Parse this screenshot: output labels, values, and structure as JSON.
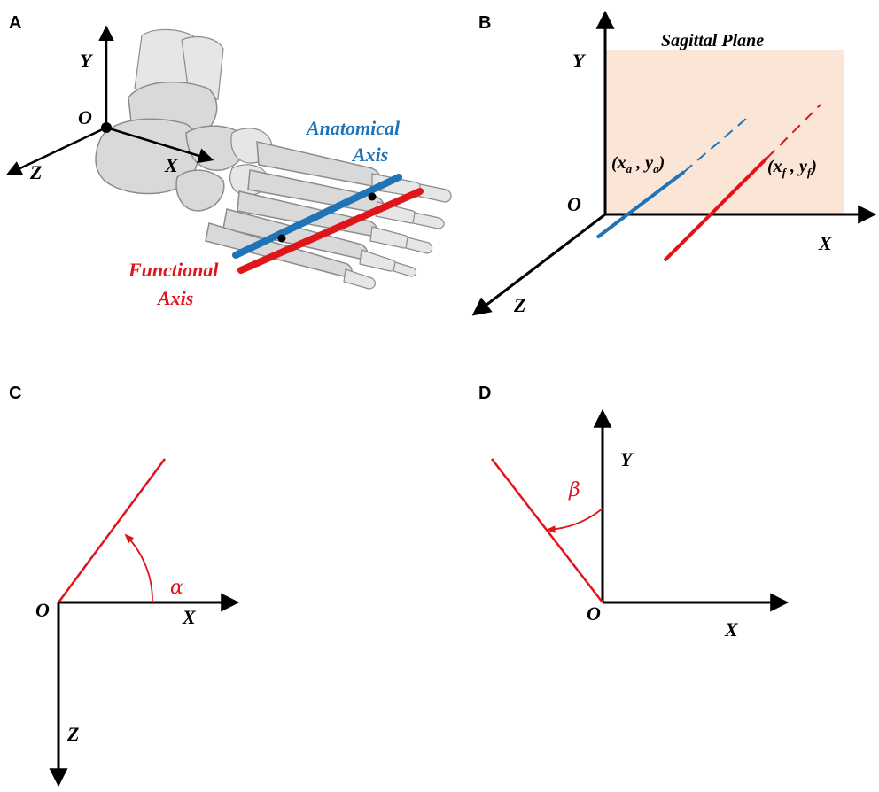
{
  "panels": {
    "a": {
      "label": "A",
      "axis_y": "Y",
      "axis_x": "X",
      "axis_z": "Z",
      "origin": "O",
      "anatomical_line1": "Anatomical",
      "anatomical_line2": "Axis",
      "functional_line1": "Functional",
      "functional_line2": "Axis"
    },
    "b": {
      "label": "B",
      "plane_title": "Sagittal Plane",
      "axis_y": "Y",
      "axis_x": "X",
      "axis_z": "Z",
      "origin": "O",
      "point_a": {
        "open": "(x",
        "sub1": "a",
        "mid": " , y",
        "sub2": "a",
        "close": ")"
      },
      "point_f": {
        "open": "(x",
        "sub1": "f",
        "mid": " , y",
        "sub2": "f",
        "close": ")"
      }
    },
    "c": {
      "label": "C",
      "axis_x": "X",
      "axis_z": "Z",
      "origin": "O",
      "angle": "α"
    },
    "d": {
      "label": "D",
      "axis_x": "X",
      "axis_y": "Y",
      "origin": "O",
      "angle": "β"
    }
  },
  "colors": {
    "anatomical_axis": "#1f74b8",
    "functional_axis": "#e0141b",
    "sagittal_plane": "#fbe5d6",
    "axes": "#000000"
  }
}
